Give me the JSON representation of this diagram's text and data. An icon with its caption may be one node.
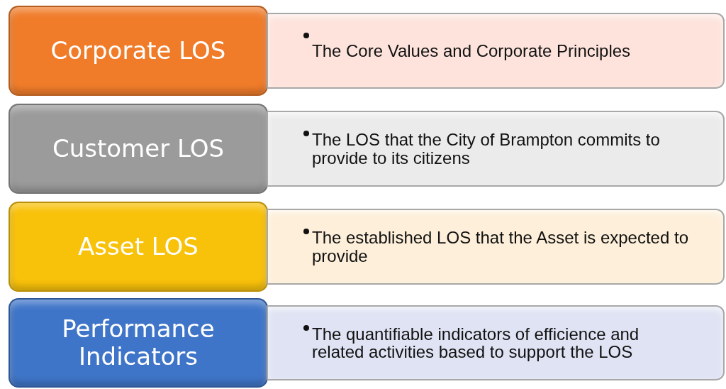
{
  "diagram": {
    "nodes": [
      {
        "text": [
          "Corporate LOS"
        ]
      },
      {
        "text": [
          "The Core Values and Corporate Principles"
        ]
      },
      {
        "text": [
          "Customer LOS"
        ]
      },
      {
        "text": [
          "The LOS that the City of Brampton commits to provide to its citizens"
        ]
      },
      {
        "text": [
          "Asset LOS"
        ]
      },
      {
        "text": [
          "The established LOS that the Asset is expected to provide"
        ]
      },
      {
        "text": [
          "Performance Indicators"
        ]
      },
      {
        "text": [
          "The quantifiable indicators of efficience and related activities based to support the LOS"
        ]
      }
    ]
  }
}
